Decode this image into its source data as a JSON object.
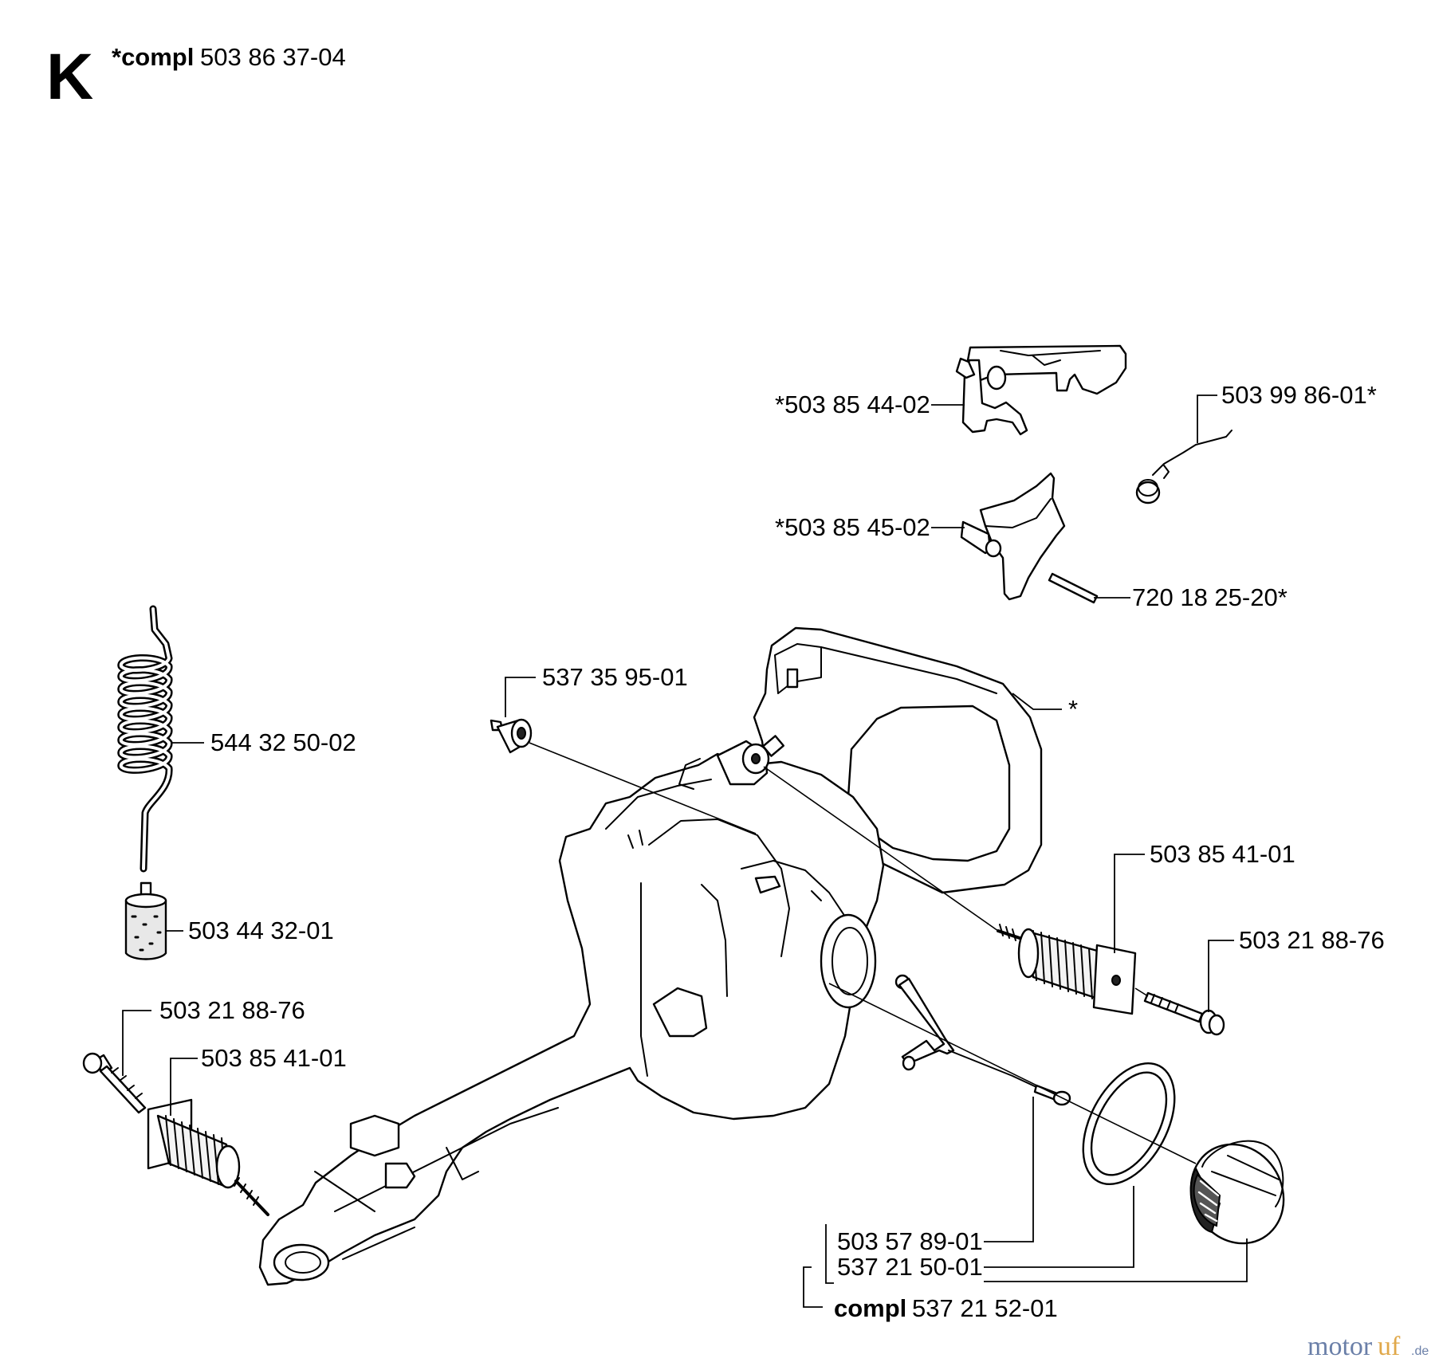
{
  "header": {
    "section_letter": "K",
    "compl_prefix": "*compl",
    "compl_number": "503 86 37-04"
  },
  "labels": {
    "throttle_trigger": "*503 85 44-02",
    "trigger_spring": "503 99 86-01*",
    "throttle_lockout": "*503 85 45-02",
    "pin": "720 18 25-20*",
    "bushing": "537 35 95-01",
    "fuel_hose": "544 32 50-02",
    "asterisk_tank": "*",
    "fuel_filter": "503 44 32-01",
    "av_spring_right": "503 85 41-01",
    "screw_right": "503 21 88-76",
    "screw_left": "503 21 88-76",
    "av_spring_left": "503 85 41-01",
    "strap": "503 57 89-01",
    "gasket": "537 21 50-01",
    "cap_compl_prefix": "compl",
    "cap_compl_number": "537 21 52-01"
  },
  "watermark": {
    "part1": "motor",
    "part2": "uf",
    "part3": ".de"
  }
}
